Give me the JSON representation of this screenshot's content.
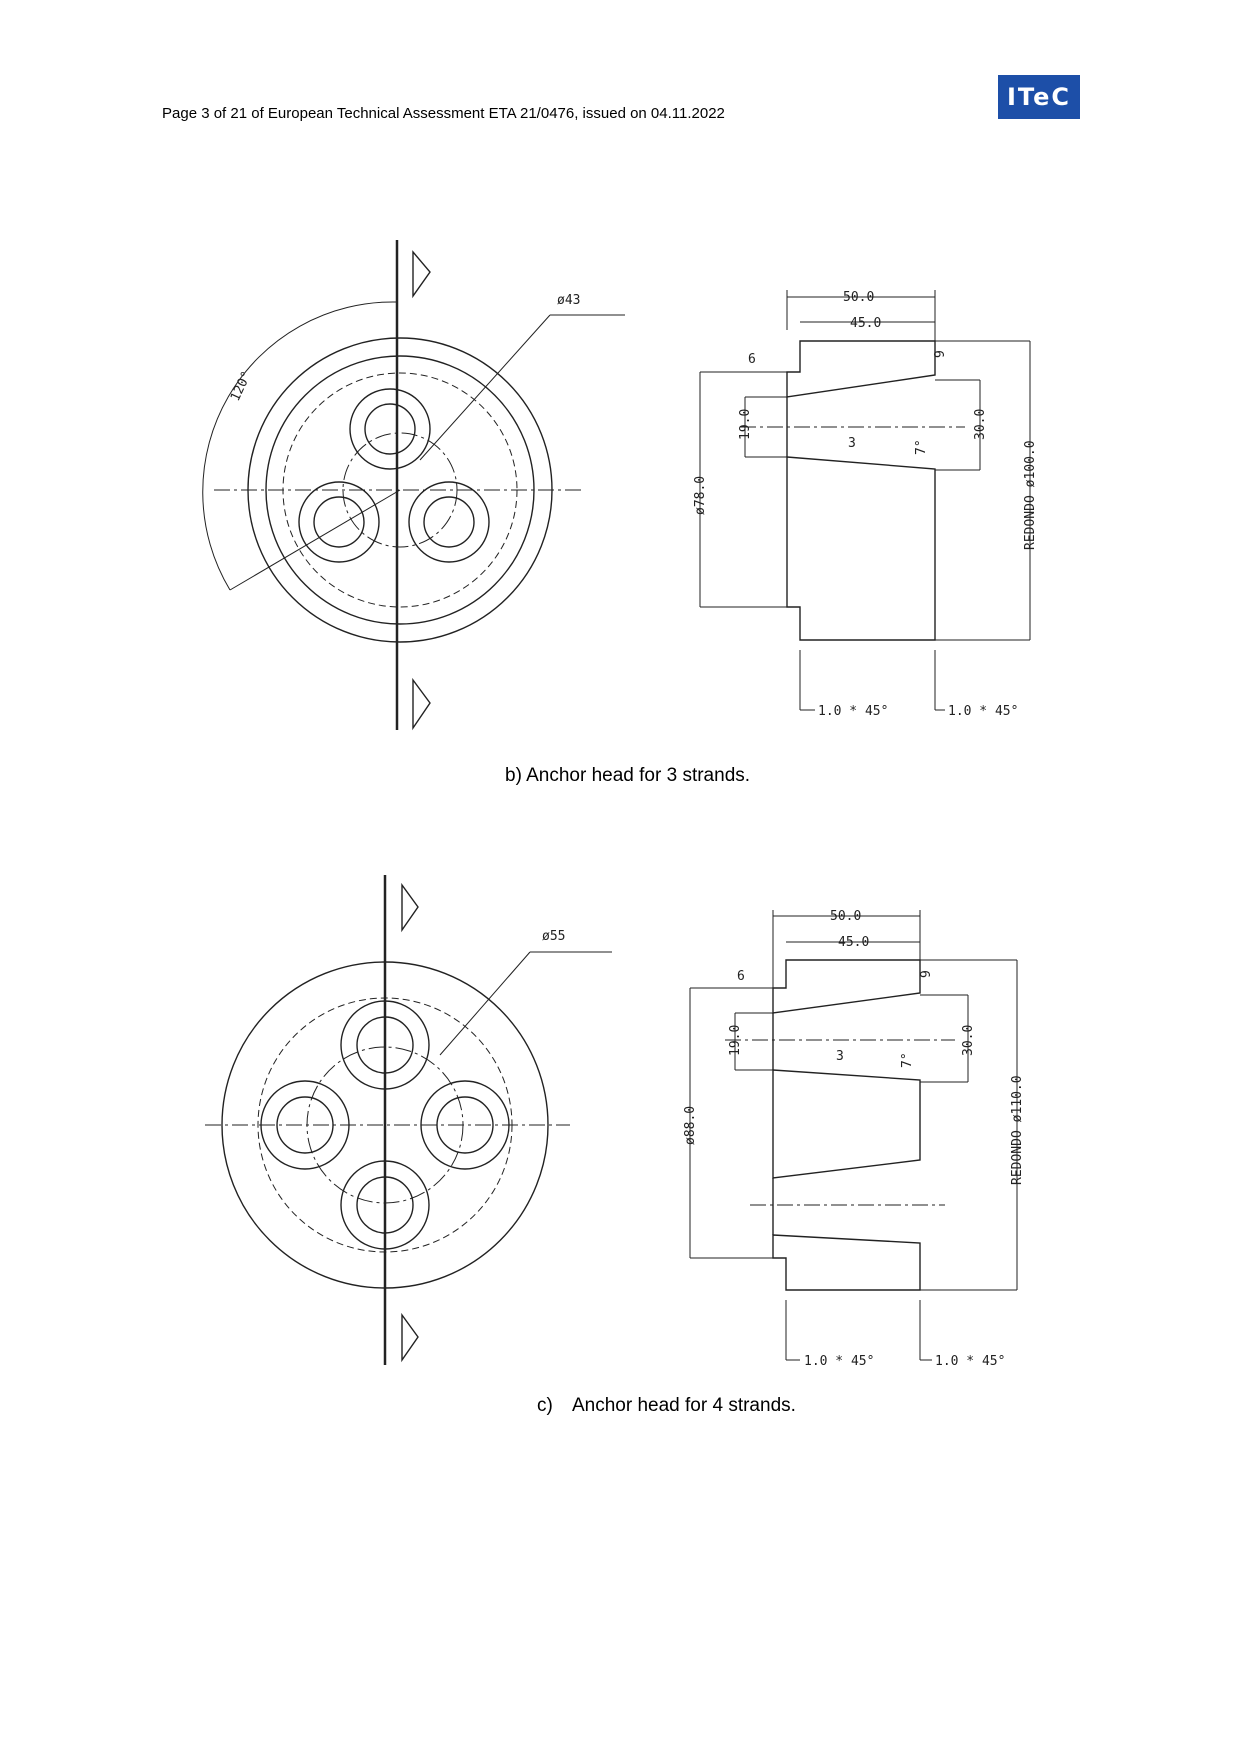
{
  "header": {
    "text": "Page 3 of 21 of European Technical Assessment ETA 21/0476, issued on 04.11.2022",
    "logo_text": "ITeC",
    "logo_color": "#1d4fa8"
  },
  "figure_b": {
    "caption": "b) Anchor head for 3 strands.",
    "hole_diameter": "ø43",
    "angle": "120°",
    "outer_width": "50.0",
    "inner_width": "45.0",
    "bore_small": "19.0",
    "bore_large": "30.0",
    "step_diameter": "ø78.0",
    "outer_diameter": "REDONDO ø100.0",
    "taper": "7°",
    "roughness_6": "6",
    "roughness_3": "3",
    "roughness_9": "9",
    "chamfer": "1.0 * 45°"
  },
  "figure_c": {
    "caption_letter": "c)",
    "caption": "Anchor head for 4 strands.",
    "hole_diameter": "ø55",
    "outer_width": "50.0",
    "inner_width": "45.0",
    "bore_small": "19.0",
    "bore_large": "30.0",
    "step_diameter": "ø88.0",
    "outer_diameter": "REDONDO ø110.0",
    "taper": "7°",
    "roughness_6": "6",
    "roughness_3": "3",
    "roughness_9": "9",
    "chamfer": "1.0 * 45°"
  }
}
